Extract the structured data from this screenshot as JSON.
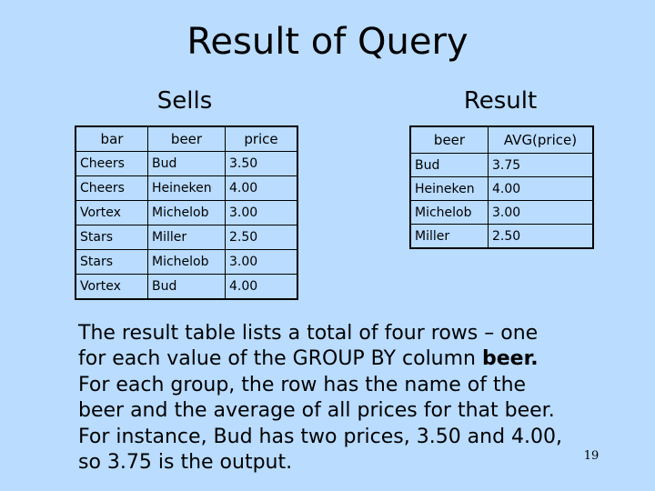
{
  "slide": {
    "title": "Result of Query",
    "page_number": "19"
  },
  "sells": {
    "caption": "Sells",
    "headers": [
      "bar",
      "beer",
      "price"
    ],
    "rows": [
      [
        "Cheers",
        "Bud",
        "3.50"
      ],
      [
        "Cheers",
        "Heineken",
        "4.00"
      ],
      [
        "Vortex",
        "Michelob",
        "3.00"
      ],
      [
        "Stars",
        "Miller",
        "2.50"
      ],
      [
        "Stars",
        "Michelob",
        "3.00"
      ],
      [
        "Vortex",
        "Bud",
        "4.00"
      ]
    ]
  },
  "result": {
    "caption": "Result",
    "headers": [
      "beer",
      "AVG(price)"
    ],
    "rows": [
      [
        "Bud",
        "3.75"
      ],
      [
        "Heineken",
        "4.00"
      ],
      [
        "Michelob",
        "3.00"
      ],
      [
        "Miller",
        "2.50"
      ]
    ]
  },
  "explanation": {
    "part1": "The result table lists a total of four rows – one for each value of the GROUP BY column ",
    "bold": "beer.",
    "part2": " For each group, the row has the name of the beer and the average of all prices for that beer. For instance, Bud has two prices, 3.50 and 4.00, so 3.75 is the output."
  }
}
